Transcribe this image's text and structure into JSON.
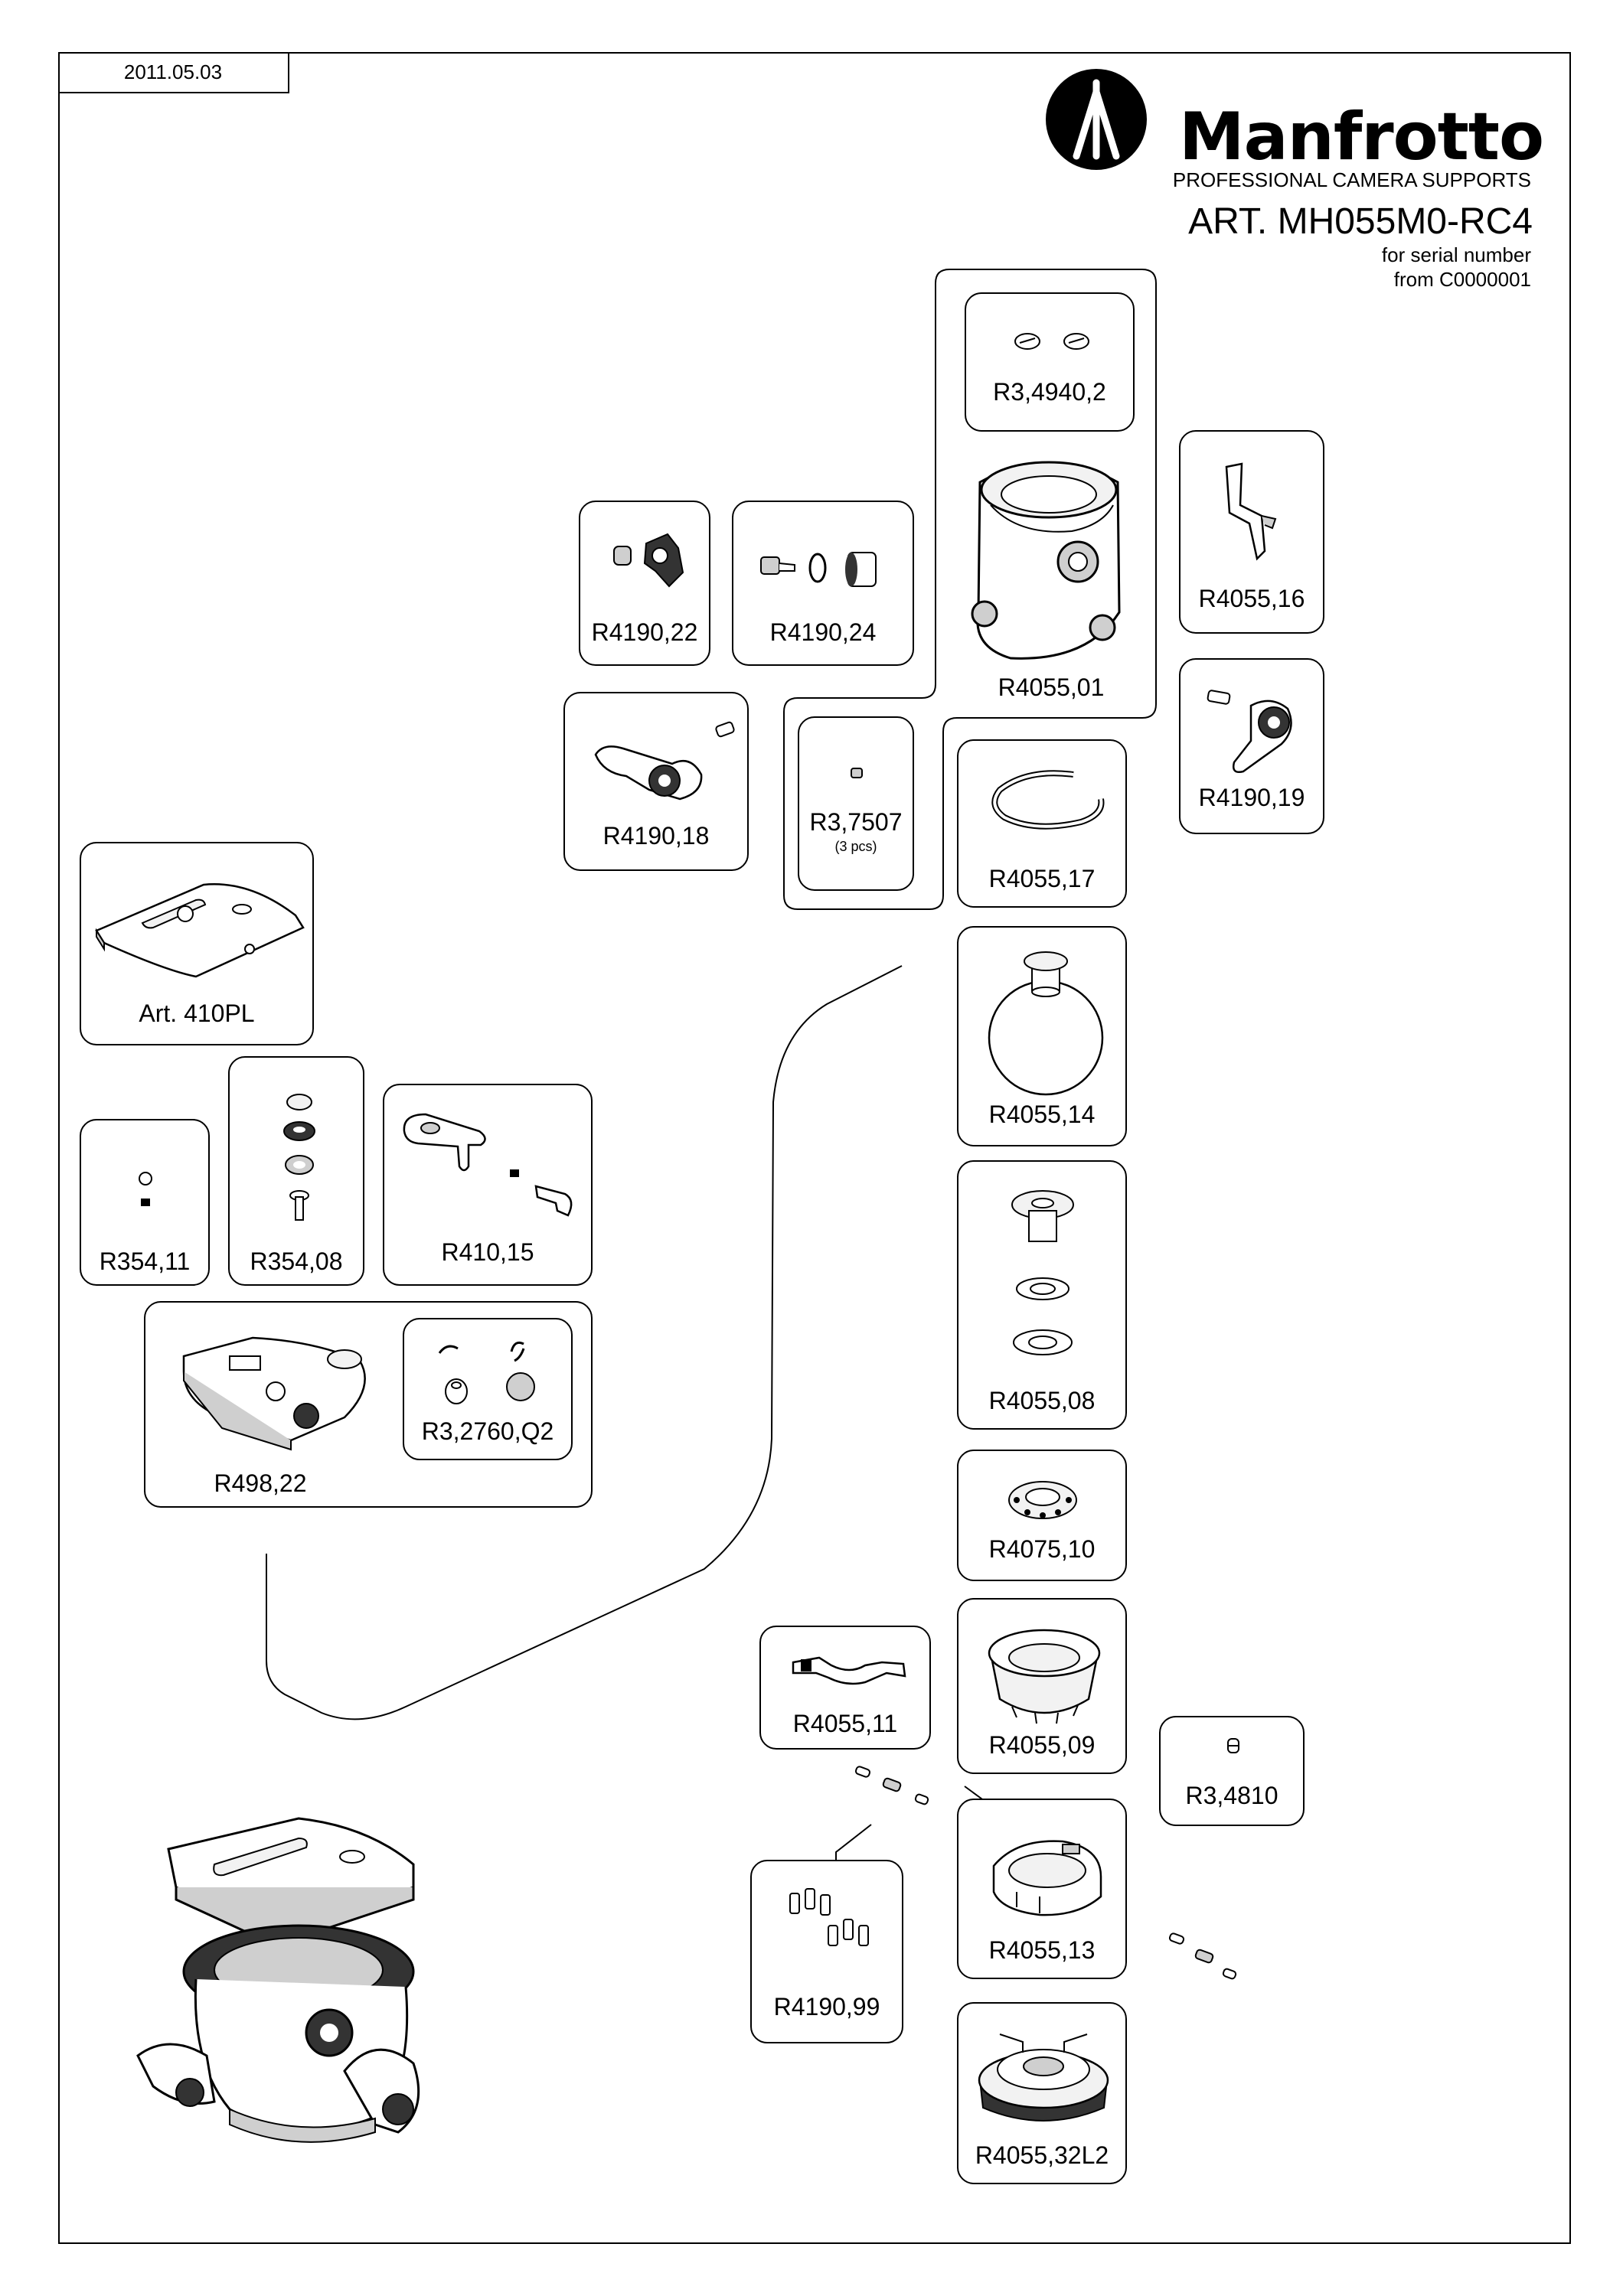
{
  "header": {
    "date": "2011.05.03",
    "brand": "Manfrotto",
    "tagline": "PROFESSIONAL CAMERA SUPPORTS",
    "article": "ART. MH055M0-RC4",
    "serial_line1": "for serial number",
    "serial_line2": "from C0000001"
  },
  "parts": {
    "r3_4940_2": "R3,4940,2",
    "r4055_01": "R4055,01",
    "r4055_16": "R4055,16",
    "r4190_22": "R4190,22",
    "r4190_24": "R4190,24",
    "r4190_18": "R4190,18",
    "r3_7507": "R3,7507",
    "r3_7507_note": "(3 pcs)",
    "r4055_17": "R4055,17",
    "r4190_19": "R4190,19",
    "art_410pl": "Art. 410PL",
    "r4055_14": "R4055,14",
    "r354_11": "R354,11",
    "r354_08": "R354,08",
    "r410_15": "R410,15",
    "r4055_08": "R4055,08",
    "r3_2760_q2": "R3,2760,Q2",
    "r498_22": "R498,22",
    "r4075_10": "R4075,10",
    "r4055_11": "R4055,11",
    "r4055_09": "R4055,09",
    "r3_4810": "R3,4810",
    "r4190_99": "R4190,99",
    "r4055_13": "R4055,13",
    "r4055_32l2": "R4055,32L2"
  },
  "colors": {
    "line": "#000000",
    "fill_light": "#f2f2f2",
    "fill_mid": "#cfcfcf",
    "fill_dark": "#333333"
  }
}
